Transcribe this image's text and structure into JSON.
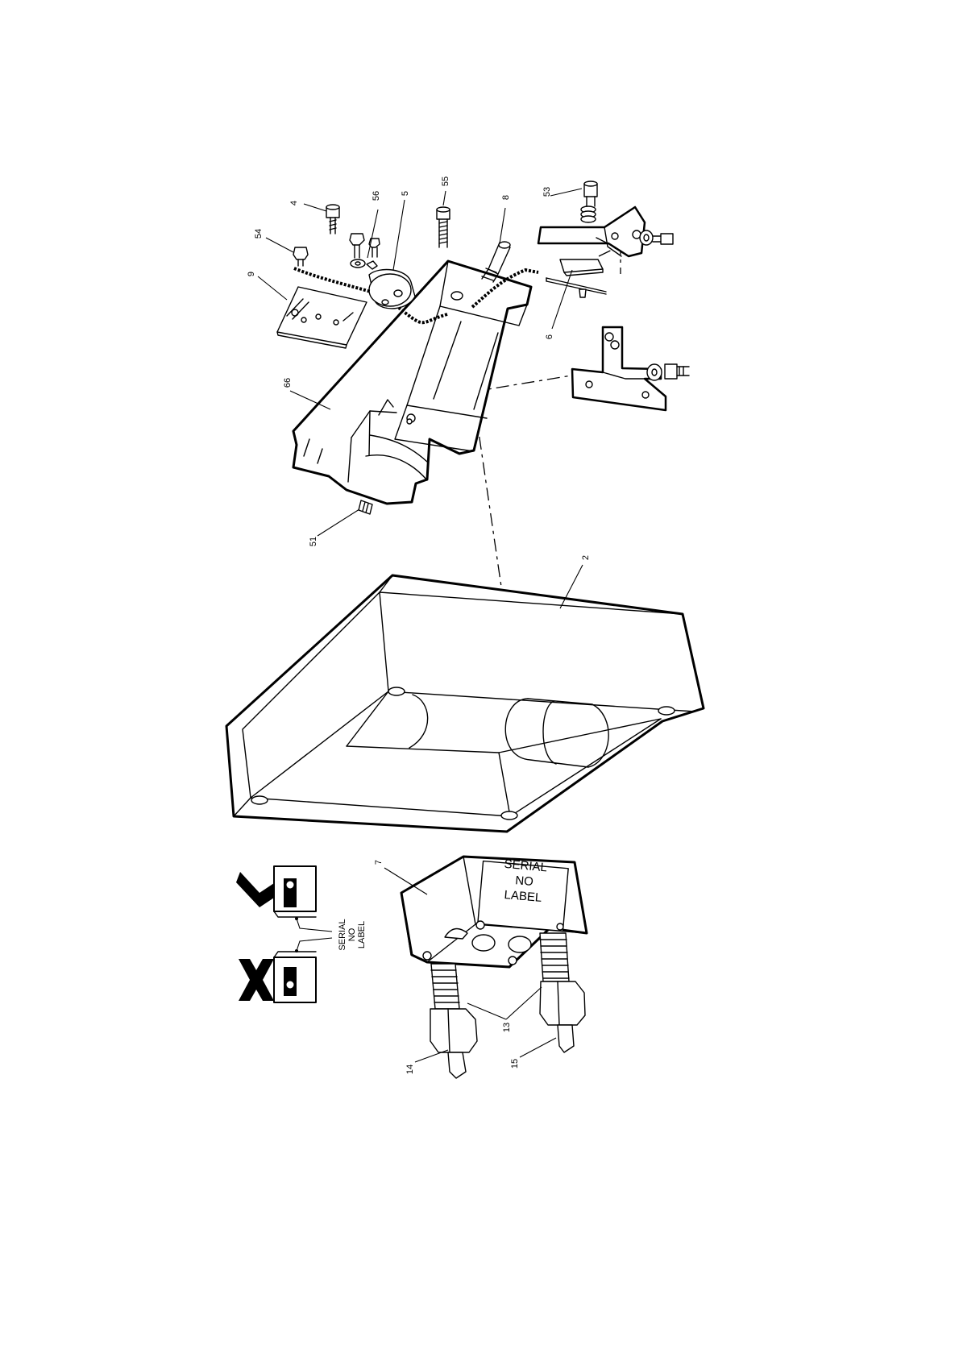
{
  "callouts": {
    "c4": "4",
    "c54": "54",
    "c9": "9",
    "c56": "56",
    "c5": "5",
    "c55": "55",
    "c8": "8",
    "c53": "53",
    "c6": "6",
    "c66": "66",
    "c51": "51",
    "c2": "2",
    "c7": "7",
    "c13": "13",
    "c14": "14",
    "c15": "15"
  },
  "labels": {
    "serial_box": {
      "line1": "SERIAL",
      "line2": "NO",
      "line3": "LABEL"
    },
    "serial_legend": {
      "line1": "SERIAL",
      "line2": "NO",
      "line3": "LABEL"
    }
  },
  "icons": {
    "correct": "check-mark-icon",
    "incorrect": "cross-mark-icon"
  }
}
